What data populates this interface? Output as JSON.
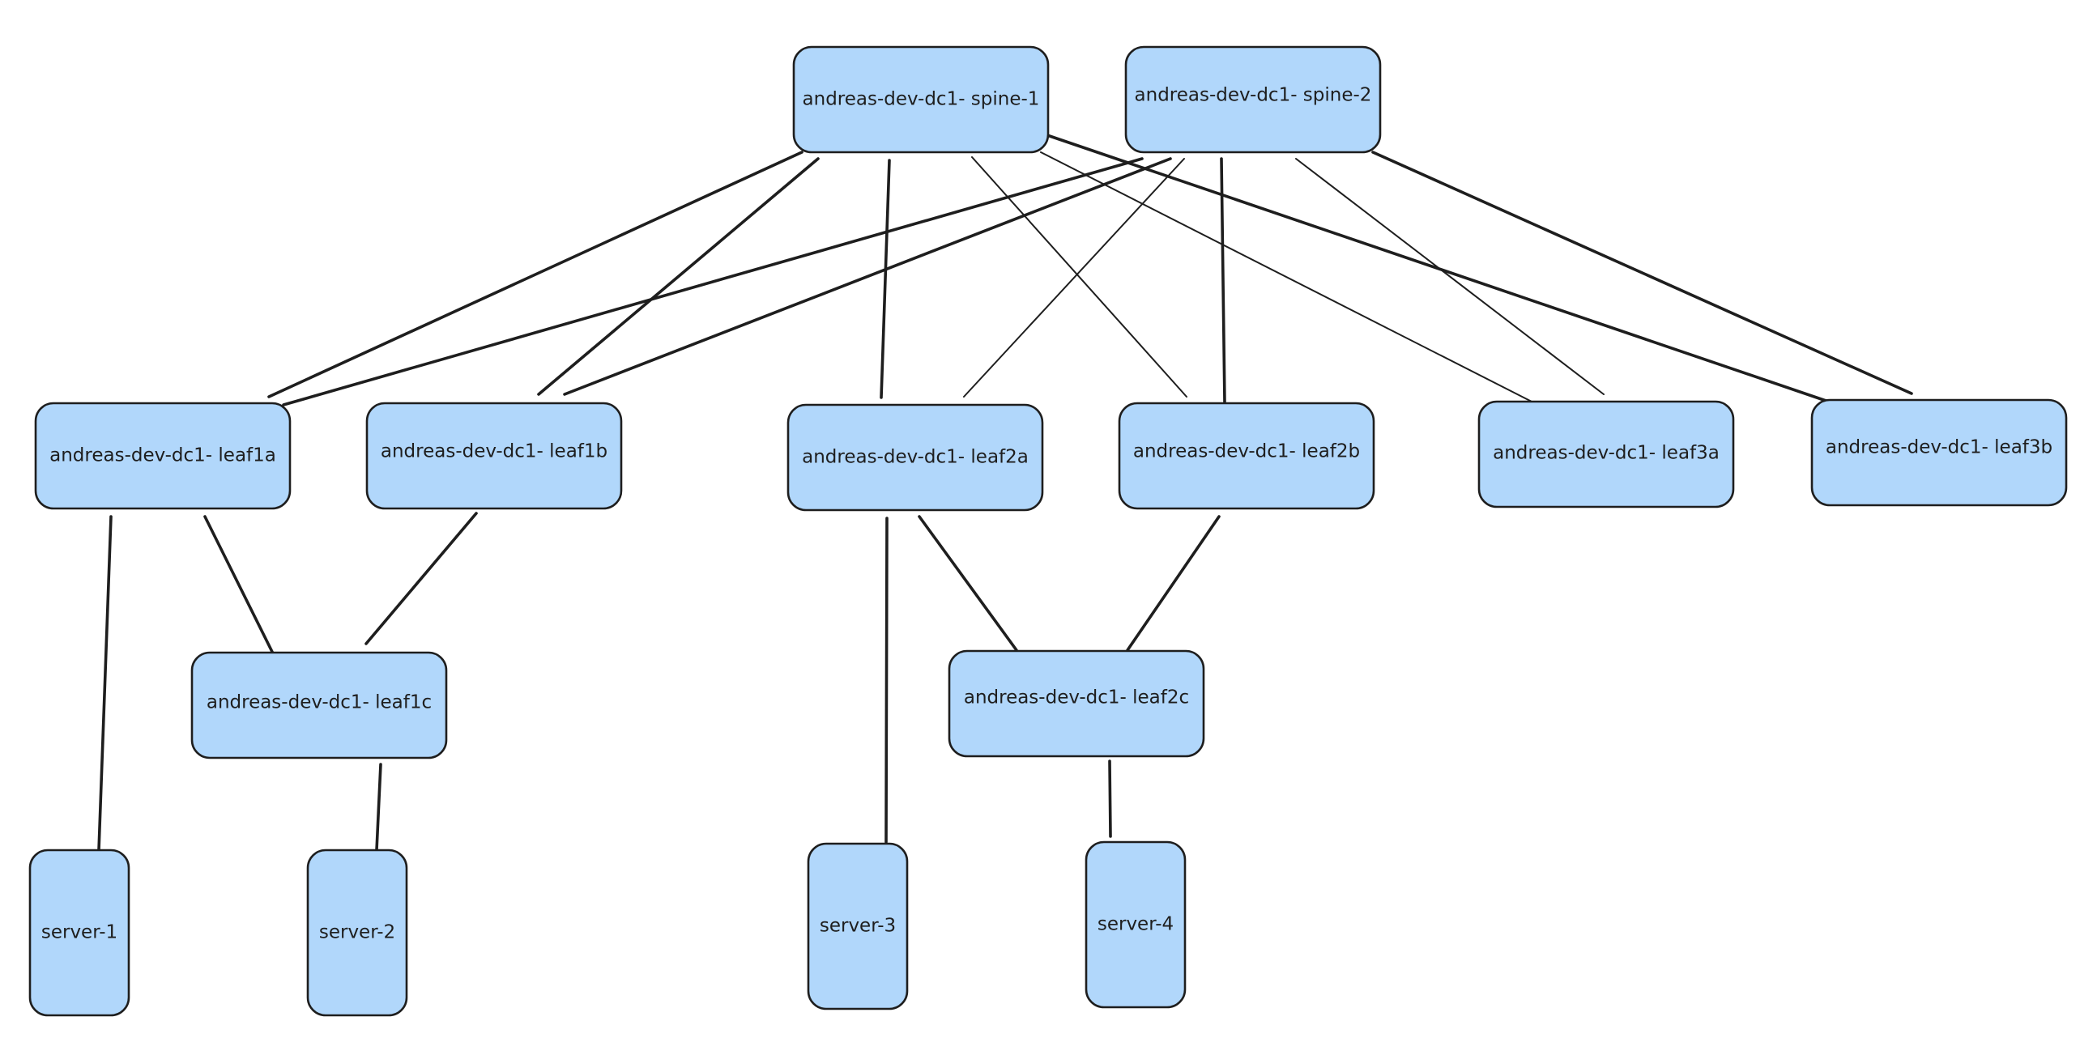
{
  "nodes": [
    {
      "id": "spine1",
      "label": "andreas-dev-dc1- spine-1"
    },
    {
      "id": "spine2",
      "label": "andreas-dev-dc1- spine-2"
    },
    {
      "id": "leaf1a",
      "label": "andreas-dev-dc1- leaf1a"
    },
    {
      "id": "leaf1b",
      "label": "andreas-dev-dc1- leaf1b"
    },
    {
      "id": "leaf2a",
      "label": "andreas-dev-dc1- leaf2a"
    },
    {
      "id": "leaf2b",
      "label": "andreas-dev-dc1- leaf2b"
    },
    {
      "id": "leaf3a",
      "label": "andreas-dev-dc1- leaf3a"
    },
    {
      "id": "leaf3b",
      "label": "andreas-dev-dc1- leaf3b"
    },
    {
      "id": "leaf1c",
      "label": "andreas-dev-dc1- leaf1c"
    },
    {
      "id": "leaf2c",
      "label": "andreas-dev-dc1- leaf2c"
    },
    {
      "id": "server1",
      "label": "server-1"
    },
    {
      "id": "server2",
      "label": "server-2"
    },
    {
      "id": "server3",
      "label": "server-3"
    },
    {
      "id": "server4",
      "label": "server-4"
    }
  ],
  "edges": [
    {
      "from": "spine1",
      "to": "leaf1a"
    },
    {
      "from": "spine1",
      "to": "leaf1b"
    },
    {
      "from": "spine1",
      "to": "leaf2a"
    },
    {
      "from": "spine1",
      "to": "leaf2b"
    },
    {
      "from": "spine1",
      "to": "leaf3a"
    },
    {
      "from": "spine1",
      "to": "leaf3b"
    },
    {
      "from": "spine2",
      "to": "leaf1a"
    },
    {
      "from": "spine2",
      "to": "leaf1b"
    },
    {
      "from": "spine2",
      "to": "leaf2a"
    },
    {
      "from": "spine2",
      "to": "leaf2b"
    },
    {
      "from": "spine2",
      "to": "leaf3a"
    },
    {
      "from": "spine2",
      "to": "leaf3b"
    },
    {
      "from": "leaf1a",
      "to": "leaf1c"
    },
    {
      "from": "leaf1b",
      "to": "leaf1c"
    },
    {
      "from": "leaf2a",
      "to": "leaf2c"
    },
    {
      "from": "leaf2b",
      "to": "leaf2c"
    },
    {
      "from": "leaf1a",
      "to": "server1"
    },
    {
      "from": "leaf1c",
      "to": "server2"
    },
    {
      "from": "leaf2a",
      "to": "server3"
    },
    {
      "from": "leaf2c",
      "to": "server4"
    }
  ],
  "colors": {
    "node_fill": "#b1d7fb",
    "stroke": "#1e1e1e",
    "background": "#ffffff"
  }
}
